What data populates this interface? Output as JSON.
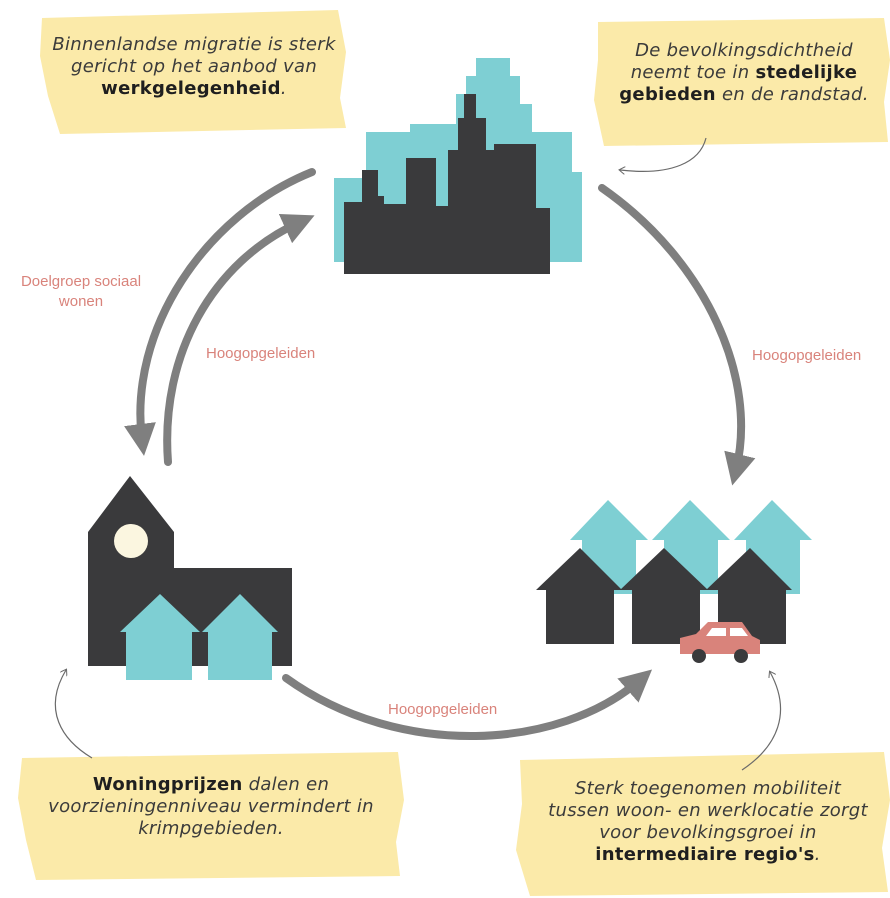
{
  "notes": {
    "top_left": {
      "pre": "Binnenlandse migratie is sterk gericht op het aanbod van ",
      "bold": "werkgelegenheid",
      "post": "."
    },
    "top_right": {
      "pre": "De bevolkingsdichtheid neemt toe in ",
      "bold": "stedelijke gebieden",
      "post": " en de randstad."
    },
    "bottom_left": {
      "pre": "",
      "bold": "Woningprijzen",
      "post": " dalen en voorzieningenniveau vermindert in krimpgebieden."
    },
    "bottom_right": {
      "pre": "Sterk toegenomen mobiliteit tussen woon- en werklocatie zorgt voor bevolkingsgroei in ",
      "bold": "intermediaire regio's",
      "post": "."
    }
  },
  "flows": {
    "left_outer": "Doelgroep sociaal wonen",
    "left_inner": "Hoogopgeleiden",
    "right": "Hoogopgeleiden",
    "bottom": "Hoogopgeleiden"
  },
  "colors": {
    "dark": "#3a3a3c",
    "teal": "#7ecfd3",
    "arrow": "#7f7f7f",
    "label": "#d9837b",
    "highlight": "#fbeaa9",
    "car": "#d9837b",
    "moon": "#fbf6e0"
  }
}
